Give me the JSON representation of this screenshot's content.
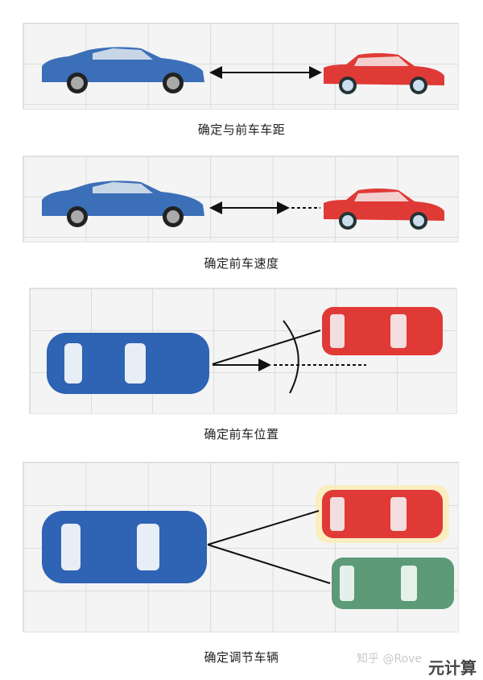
{
  "panels": [
    {
      "id": "distance",
      "caption": "确定与前车车距",
      "view": "side",
      "lead_color": "#e03a36",
      "ego_color": "#3b6fb8"
    },
    {
      "id": "speed",
      "caption": "确定前车速度",
      "view": "side",
      "lead_color": "#e03a36",
      "ego_color": "#3b6fb8"
    },
    {
      "id": "position",
      "caption": "确定前车位置",
      "view": "top",
      "lead_color": "#e03a36",
      "ego_color": "#2f63b4"
    },
    {
      "id": "target",
      "caption": "确定调节车辆",
      "view": "top",
      "lead_color": "#e03a36",
      "other_color": "#5c9a78",
      "ego_color": "#2f63b4"
    }
  ],
  "watermark": {
    "source": "知乎 @Rove",
    "brand": "元计算"
  }
}
